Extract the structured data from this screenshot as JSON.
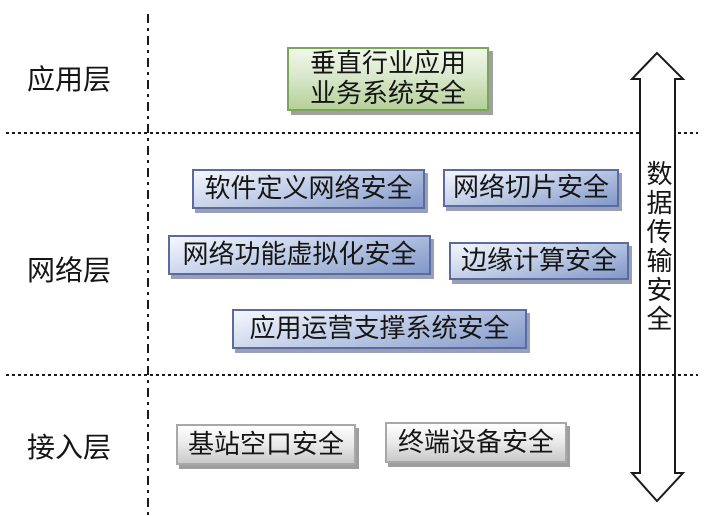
{
  "layers": {
    "application": {
      "label": "应用层"
    },
    "network": {
      "label": "网络层"
    },
    "access": {
      "label": "接入层"
    }
  },
  "boxes": {
    "vertical_industry": {
      "line1": "垂直行业应用",
      "line2": "业务系统安全"
    },
    "sdn": {
      "label": "软件定义网络安全"
    },
    "slicing": {
      "label": "网络切片安全"
    },
    "nfv": {
      "label": "网络功能虚拟化安全"
    },
    "edge": {
      "label": "边缘计算安全"
    },
    "oss": {
      "label": "应用运营支撑系统安全"
    },
    "base_station": {
      "label": "基站空口安全"
    },
    "terminal": {
      "label": "终端设备安全"
    }
  },
  "arrow": {
    "label": "数据传输安全"
  },
  "colors": {
    "application_box_border": "#79a65b",
    "application_box_fill_top": "#f1f7e9",
    "application_box_fill_bottom": "#b6d099",
    "network_box_border": "#5b6b9e",
    "network_box_fill_top": "#f4f7fd",
    "network_box_fill_bottom": "#8298c9",
    "access_box_border": "#a8a8a8",
    "access_box_fill_top": "#ffffff",
    "access_box_fill_bottom": "#c9c9c9",
    "line_color": "#1a1a1a",
    "arrow_fill": "#ffffff"
  }
}
